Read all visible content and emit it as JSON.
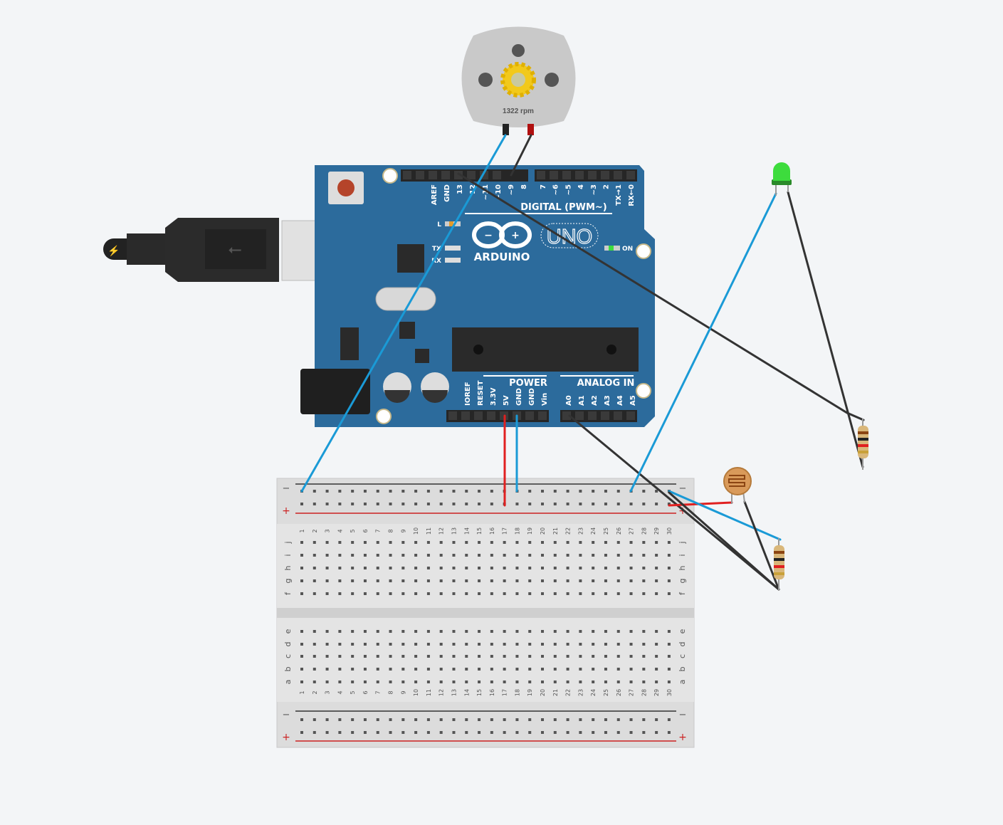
{
  "motor": {
    "speed_label": "1322 rpm"
  },
  "arduino": {
    "brand": "ARDUINO",
    "model": "UNO",
    "on_label": "ON",
    "l_label": "L",
    "tx_label": "TX",
    "rx_label": "RX",
    "digital_title": "DIGITAL (PWM~)",
    "digital_pins_left": [
      "AREF",
      "GND",
      "13",
      "12",
      "~11",
      "~10",
      "~9",
      "8"
    ],
    "digital_pins_right": [
      "7",
      "~6",
      "~5",
      "4",
      "~3",
      "2",
      "TX→1",
      "RX←0"
    ],
    "power_title": "POWER",
    "power_pins": [
      "IOREF",
      "RESET",
      "3.3V",
      "5V",
      "GND",
      "GND",
      "Vin"
    ],
    "analog_title": "ANALOG IN",
    "analog_pins": [
      "A0",
      "A1",
      "A2",
      "A3",
      "A4",
      "A5"
    ]
  },
  "breadboard": {
    "top_rows": [
      "j",
      "i",
      "h",
      "g",
      "f"
    ],
    "bottom_rows": [
      "e",
      "d",
      "c",
      "b",
      "a"
    ],
    "minus": "−",
    "plus": "+",
    "columns": 30
  },
  "colors": {
    "board": "#2c6b9c",
    "wire_blue": "#1a9ad6",
    "wire_black": "#333333",
    "wire_red": "#e02020",
    "led": "#3ddc3d"
  }
}
